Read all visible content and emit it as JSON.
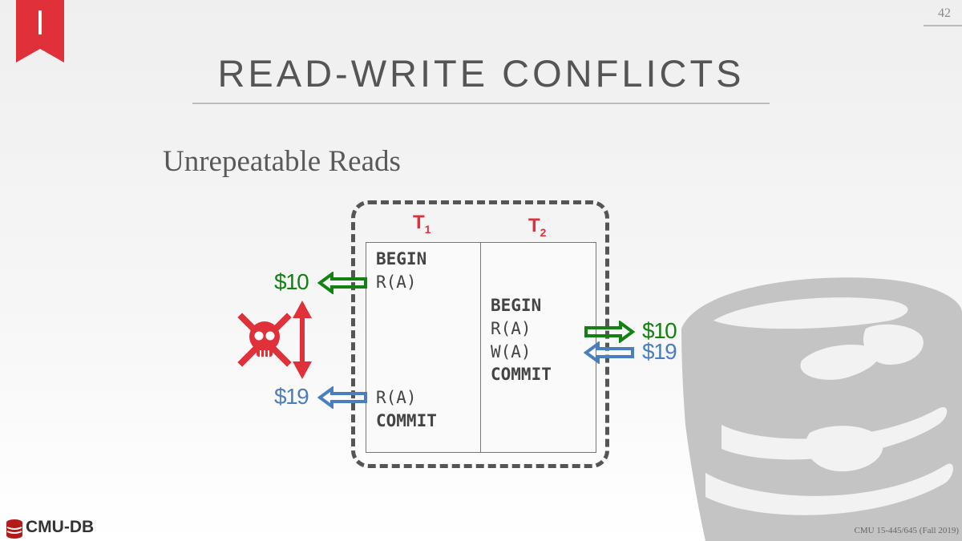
{
  "header": {
    "page_number": "42",
    "title": "READ-WRITE CONFLICTS",
    "subtitle": "Unrepeatable Reads"
  },
  "footer": {
    "logo_text": "CMU-DB",
    "course": "CMU 15-445/645 (Fall 2019)"
  },
  "schedule": {
    "t1_label": "T",
    "t1_sub": "1",
    "t2_label": "T",
    "t2_sub": "2",
    "t1_ops": [
      "BEGIN",
      "R(A)",
      "R(A)",
      "COMMIT"
    ],
    "t2_ops": [
      "BEGIN",
      "R(A)",
      "W(A)",
      "COMMIT"
    ]
  },
  "values": {
    "t1_first_read": "$10",
    "t1_second_read": "$19",
    "t2_read": "$10",
    "t2_write": "$19"
  },
  "colors": {
    "accent_red": "#e0313a",
    "read_green": "#138213",
    "write_blue": "#4a7ebf"
  }
}
